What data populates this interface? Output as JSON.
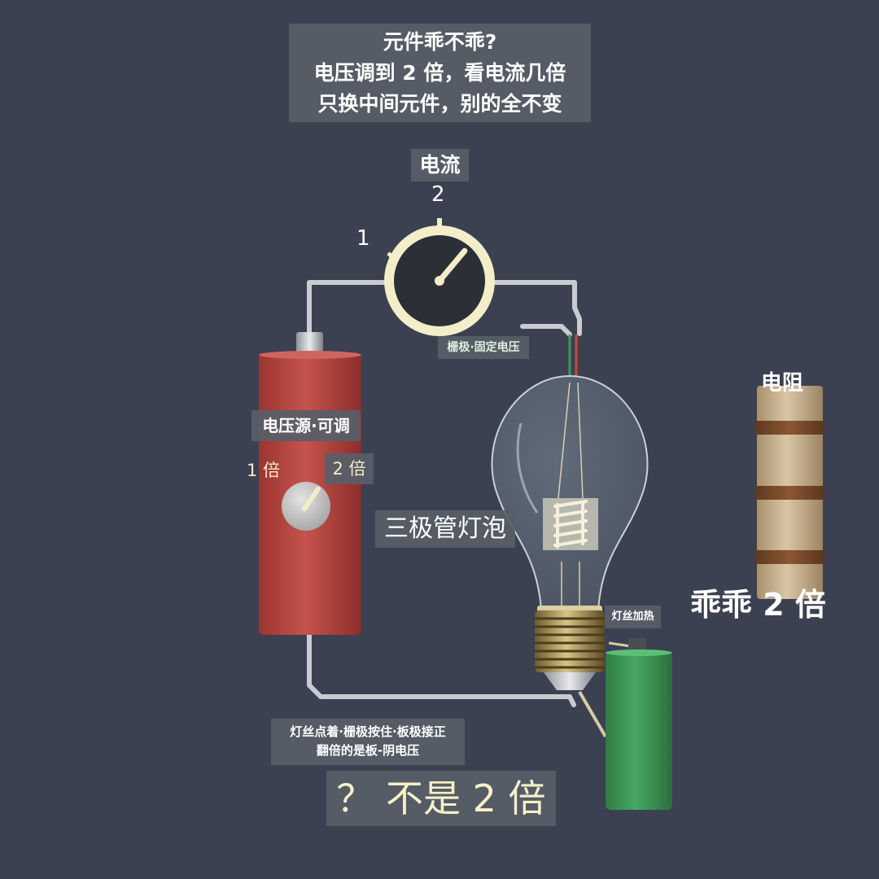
{
  "title": {
    "line1": "元件乖不乖?",
    "line2": "电压调到 2 倍，看电流几倍",
    "line3": "只换中间元件，别的全不变"
  },
  "meter": {
    "label": "电流",
    "tick_2": "2",
    "tick_1": "1",
    "needle_reading": 2
  },
  "source": {
    "label": "电压源·可调",
    "knob_1x": "1 倍",
    "knob_2x": "2 倍",
    "knob_setting": 2
  },
  "tube": {
    "label": "三极管灯泡",
    "grid_label": "栅极·固定电压",
    "filament_label": "灯丝加热"
  },
  "resistor": {
    "title": "电阻",
    "answer": "乖乖 2 倍"
  },
  "hint": {
    "line1": "灯丝点着·栅极按住·板极接正",
    "line2": "翻倍的是板-阴电压"
  },
  "answer": "？ 不是 2 倍",
  "colors": {
    "background": "#3b4150",
    "source_body": "#b94a45",
    "battery_body": "#3e9a5a",
    "meter_ring": "#f3edc9",
    "meter_face": "#2c2f36",
    "resistor_body": "#c9b392",
    "resistor_band": "#7c4a2a",
    "wire": "#c8ccd0"
  }
}
